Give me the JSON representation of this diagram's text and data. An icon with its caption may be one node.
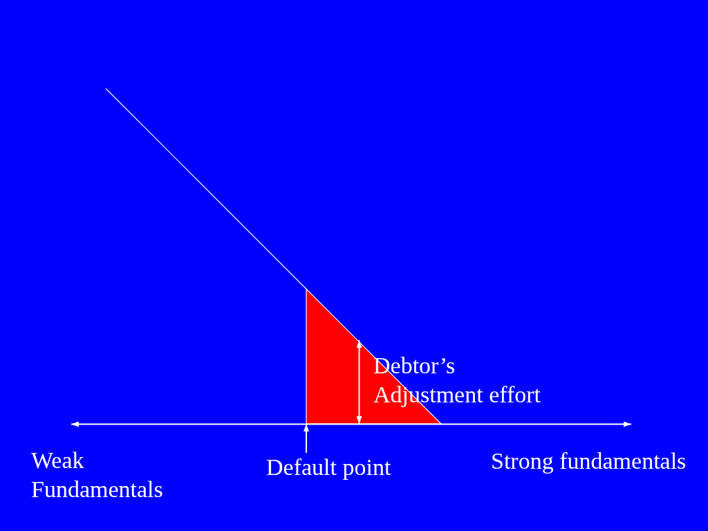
{
  "diagram": {
    "nodes": [
      {
        "text": [],
        "shape": "triangle"
      },
      {
        "text": [
          "Default point"
        ]
      }
    ],
    "edges": [
      {
        "from": 1,
        "to": 0,
        "arrow": "to"
      }
    ],
    "labels": [
      "Debtor’s Adjustment effort",
      "Weak Fundamentals",
      "Strong fundamentals"
    ]
  }
}
